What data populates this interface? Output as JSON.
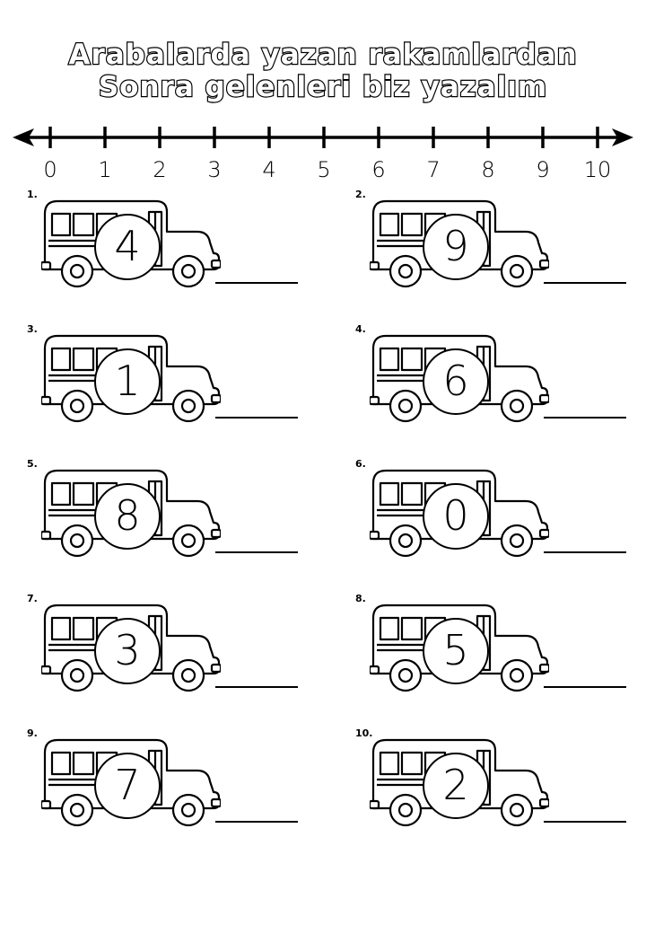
{
  "title": {
    "line1": "Arabalarda yazan rakamlardan",
    "line2": "Sonra gelenleri biz yazalım"
  },
  "number_line": {
    "ticks": [
      "0",
      "1",
      "2",
      "3",
      "4",
      "5",
      "6",
      "7",
      "8",
      "9",
      "10"
    ]
  },
  "exercises": [
    {
      "label": "1.",
      "digit": "4"
    },
    {
      "label": "2.",
      "digit": "9"
    },
    {
      "label": "3.",
      "digit": "1"
    },
    {
      "label": "4.",
      "digit": "6"
    },
    {
      "label": "5.",
      "digit": "8"
    },
    {
      "label": "6.",
      "digit": "0"
    },
    {
      "label": "7.",
      "digit": "3"
    },
    {
      "label": "8.",
      "digit": "5"
    },
    {
      "label": "9.",
      "digit": "7"
    },
    {
      "label": "10.",
      "digit": "2"
    }
  ]
}
